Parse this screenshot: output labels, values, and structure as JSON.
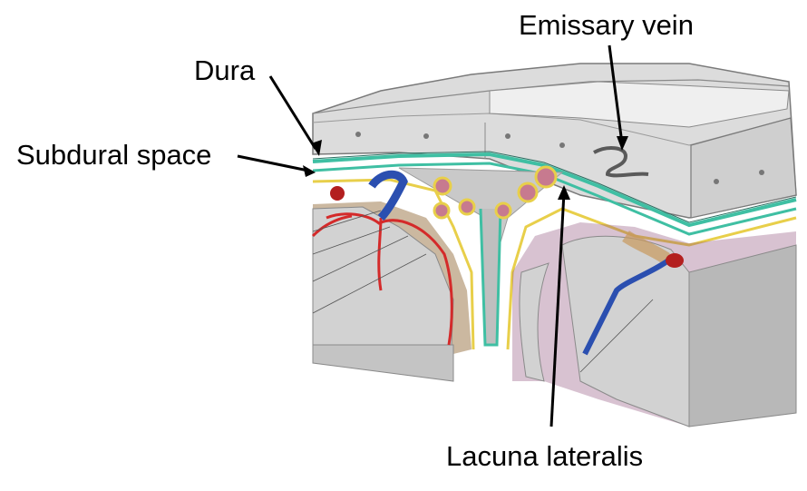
{
  "labels": {
    "emissary_vein": "Emissary vein",
    "dura": "Dura",
    "subdural_space": "Subdural space",
    "lacuna_lateralis": "Lacuna lateralis"
  },
  "colors": {
    "bone": "#e4e4e4",
    "bone_dark": "#bdbdbd",
    "dura_teal": "#3fbfa3",
    "arachnoid_yellow": "#e8cf4a",
    "sinus_gray": "#c9c9c9",
    "artery_red": "#d42a2a",
    "vein_blue": "#2b4fb0",
    "pia_purple": "#8e4f7c",
    "cortex_tan": "#c8995d",
    "brain_gray": "#d2d2d2"
  }
}
